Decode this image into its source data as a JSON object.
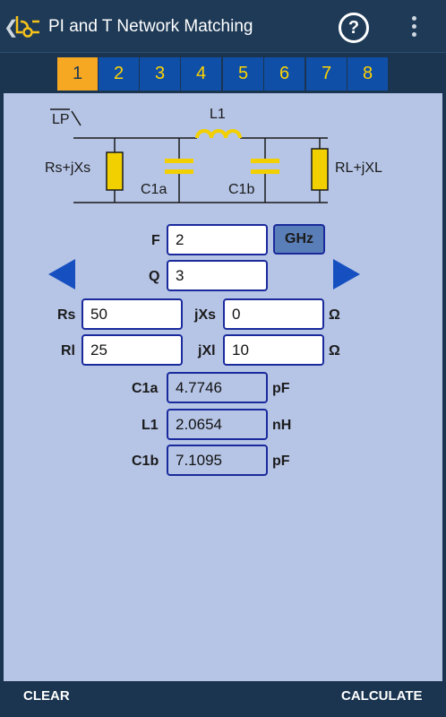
{
  "appbar": {
    "title": "PI and T Network Matching",
    "help_label": "?"
  },
  "tabs": [
    "1",
    "2",
    "3",
    "4",
    "5",
    "6",
    "7",
    "8"
  ],
  "active_tab": "1",
  "circuit": {
    "filter_label": "LP",
    "inductor_label": "L1",
    "source_label": "Rs+jXs",
    "load_label": "RL+jXL",
    "cap1_label": "C1a",
    "cap2_label": "C1b"
  },
  "inputs": {
    "f": {
      "label": "F",
      "value": "2",
      "unit": "GHz"
    },
    "q": {
      "label": "Q",
      "value": "3"
    },
    "rs": {
      "label": "Rs",
      "value": "50"
    },
    "jxs": {
      "label": "jXs",
      "value": "0",
      "unit": "Ω"
    },
    "rl": {
      "label": "Rl",
      "value": "25"
    },
    "jxl": {
      "label": "jXl",
      "value": "10",
      "unit": "Ω"
    }
  },
  "results": {
    "c1a": {
      "label": "C1a",
      "value": "4.7746",
      "unit": "pF"
    },
    "l1": {
      "label": "L1",
      "value": "2.0654",
      "unit": "nH"
    },
    "c1b": {
      "label": "C1b",
      "value": "7.1095",
      "unit": "pF"
    }
  },
  "buttons": {
    "clear": "CLEAR",
    "calculate": "CALCULATE"
  },
  "colors": {
    "appbar": "#1e3a56",
    "tab": "#0f4fa8",
    "tab_active": "#f7a823",
    "tab_text": "#ffd400",
    "content_bg": "#b6c5e6",
    "field_border": "#1a2a9c",
    "arrow": "#1650c0",
    "component": "#f2d000"
  }
}
